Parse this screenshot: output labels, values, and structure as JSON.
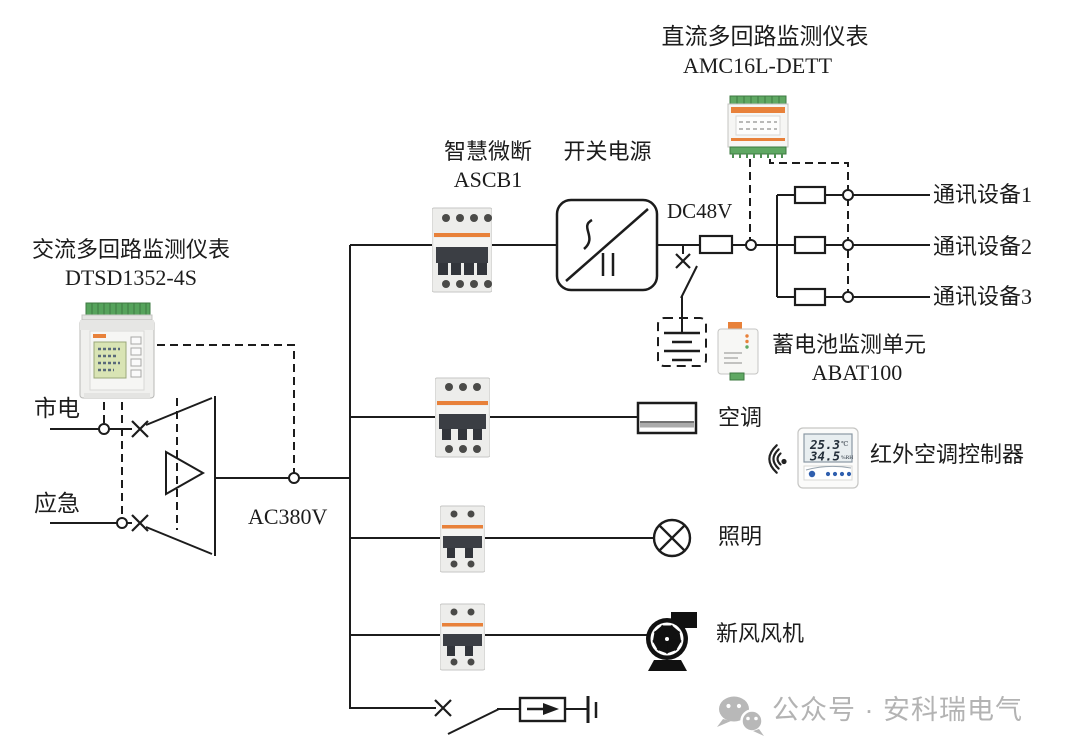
{
  "diagram": {
    "dc_meter": {
      "title": "直流多回路监测仪表",
      "model": "AMC16L-DETT"
    },
    "ac_meter": {
      "title": "交流多回路监测仪表",
      "model": "DTSD1352-4S"
    },
    "smart_breaker": {
      "title": "智慧微断",
      "model": "ASCB1"
    },
    "psu": {
      "title": "开关电源"
    },
    "battery_monitor": {
      "title": "蓄电池监测单元",
      "model": "ABAT100"
    },
    "ir_controller": {
      "label": "红外空调控制器",
      "temp": "25.3",
      "temp_unit": "℃",
      "humidity": "34.5",
      "humidity_unit": "%RH"
    },
    "sources": {
      "mains": "市电",
      "emergency": "应急"
    },
    "voltages": {
      "ac": "AC380V",
      "dc": "DC48V"
    },
    "loads": {
      "comm1": "通讯设备1",
      "comm2": "通讯设备2",
      "comm3": "通讯设备3",
      "air_conditioner": "空调",
      "lighting": "照明",
      "fresh_air_fan": "新风风机"
    }
  },
  "watermark": {
    "text": "公众号 · 安科瑞电气"
  },
  "colors": {
    "line": "#1c1c1c",
    "accent_orange": "#e8813a",
    "terminal_green": "#56a35c",
    "lcd_green": "#d9e4b4",
    "display_blue": "#2f5fae",
    "watermark_gray": "#b3b3b3"
  }
}
